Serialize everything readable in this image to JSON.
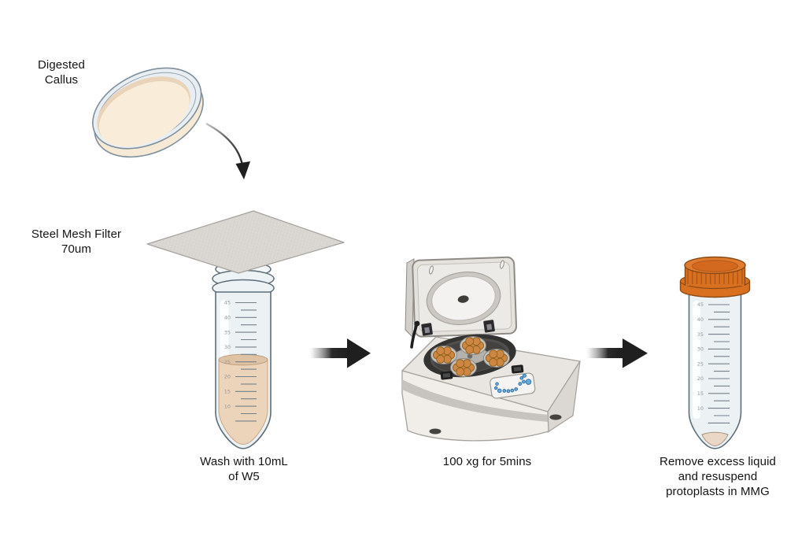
{
  "figure": {
    "type": "protocol-diagram",
    "background": "#ffffff",
    "steps": [
      {
        "id": "digested-callus",
        "label": "Digested\nCallus"
      },
      {
        "id": "mesh-filter",
        "label": "Steel Mesh Filter\n70um"
      },
      {
        "id": "wash",
        "label": "Wash with 10mL\nof W5"
      },
      {
        "id": "centrifuge",
        "label": "100 xg for 5mins"
      },
      {
        "id": "resuspend",
        "label": "Remove excess liquid\nand resuspend\nprotoplasts in MMG"
      }
    ]
  },
  "tubes": {
    "graduation_labels": [
      "45",
      "40",
      "35",
      "30",
      "25",
      "20",
      "15",
      "10"
    ]
  },
  "icons": {
    "pour_arrow": "curved-down-arrow",
    "step_arrow": "solid-right-arrow"
  },
  "colors": {
    "arrow_black": "#1f1f1f",
    "agar_cream": "#f9edda",
    "dish_rim_blue": "#e9eef2",
    "mesh_gray": "#dbd7d3",
    "tube_outline": "#5d6e79",
    "tube_fill": "#ecf1f4",
    "liquid_beige": "#ecd2b6",
    "pellet_beige": "#ead7c5",
    "cap_orange": "#d8701f",
    "centrifuge_body": "#f1eeea",
    "rotor_dark": "#333331",
    "rotor_cap_orange": "#cd8742",
    "button_blue": "#66abdb",
    "graduation_mark": "#75818a",
    "graduation_label": "#8f989f"
  }
}
